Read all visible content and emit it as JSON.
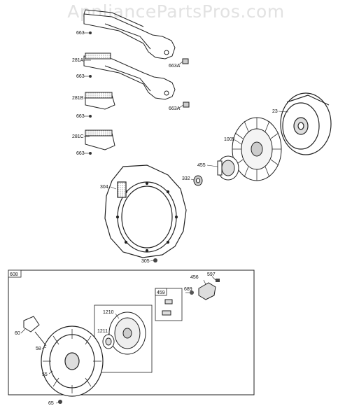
{
  "watermark": "AppliancePartsPros.com",
  "assembly_box_label": "608",
  "sub_box_label": "459",
  "callouts": {
    "p663_1": "663",
    "p281A": "281A",
    "p663_2": "663",
    "p663A_1": "663A",
    "p281B": "281B",
    "p663_3": "663",
    "p663A_2": "663A",
    "p281C": "281C",
    "p663_4": "663",
    "p23": "23",
    "p1005": "1005",
    "p455": "455",
    "p332": "332",
    "p304": "304",
    "p305": "305",
    "p456": "456",
    "p597": "597",
    "p689": "689",
    "p1210": "1210",
    "p1211": "1211",
    "p60": "60",
    "p58": "58",
    "p55": "55",
    "p65": "65"
  }
}
